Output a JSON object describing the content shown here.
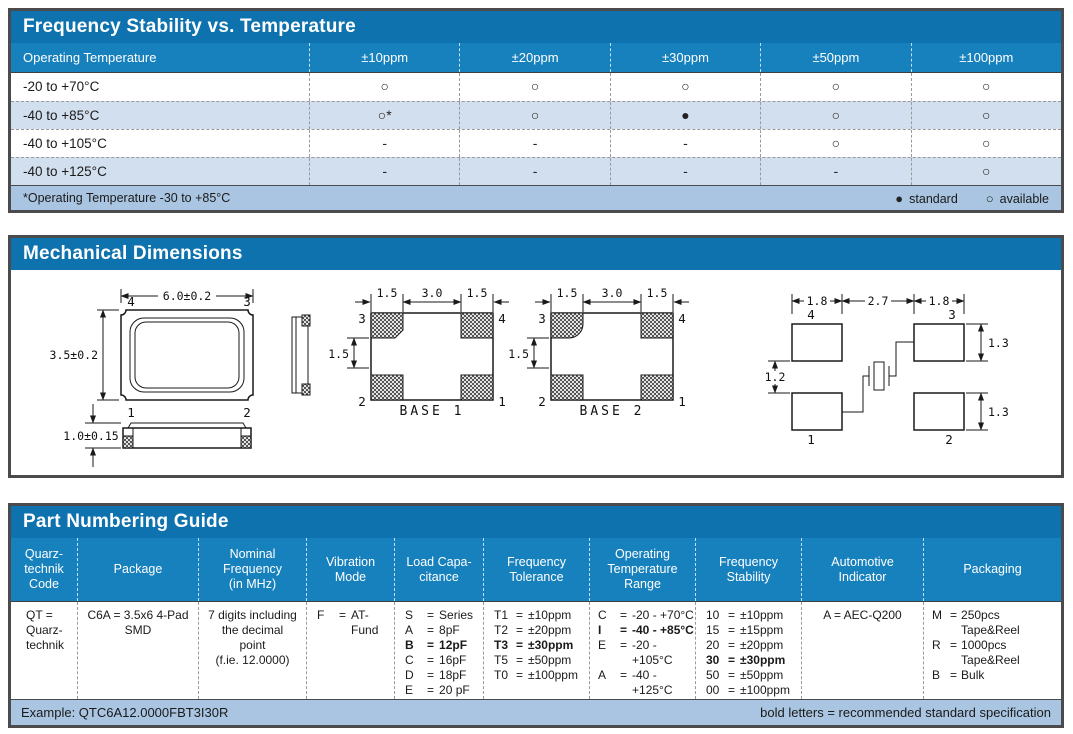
{
  "colors": {
    "title_bar_blue": "#0e72af",
    "column_header_blue": "#1781be",
    "row_alt_blue": "#d2dfee",
    "footer_blue": "#a9c5e1",
    "border_gray": "#4b4b4d"
  },
  "freq_table": {
    "title": "Frequency Stability vs. Temperature",
    "row_header": "Operating Temperature",
    "columns": [
      "±10ppm",
      "±20ppm",
      "±30ppm",
      "±50ppm",
      "±100ppm"
    ],
    "rows": [
      {
        "temp": "-20 to +70°C",
        "cells": [
          "○",
          "○",
          "○",
          "○",
          "○"
        ]
      },
      {
        "temp": "-40 to +85°C",
        "cells": [
          "○*",
          "○",
          "●",
          "○",
          "○"
        ]
      },
      {
        "temp": "-40 to +105°C",
        "cells": [
          "-",
          "-",
          "-",
          "○",
          "○"
        ]
      },
      {
        "temp": "-40 to +125°C",
        "cells": [
          "-",
          "-",
          "-",
          "-",
          "○"
        ]
      }
    ],
    "footnote": "*Operating Temperature -30 to +85°C",
    "legend": [
      {
        "symbol": "●",
        "label": "standard"
      },
      {
        "symbol": "○",
        "label": "available"
      }
    ]
  },
  "mechanical": {
    "title": "Mechanical Dimensions",
    "top_view": {
      "width": "6.0±0.2",
      "height": "3.5±0.2",
      "thickness": "1.0±0.15",
      "pad1": "1",
      "pad2": "2",
      "pad3": "3",
      "pad4": "4"
    },
    "base1": {
      "caption": "BASE 1",
      "dim_left": "1.5",
      "dim_mid": "3.0",
      "dim_right": "1.5",
      "dim_side": "1.5",
      "pad1": "1",
      "pad2": "2",
      "pad3": "3",
      "pad4": "4"
    },
    "base2": {
      "caption": "BASE 2",
      "dim_left": "1.5",
      "dim_mid": "3.0",
      "dim_right": "1.5",
      "dim_side": "1.5",
      "pad1": "1",
      "pad2": "2",
      "pad3": "3",
      "pad4": "4"
    },
    "land_pattern": {
      "dim_left": "1.8",
      "dim_mid": "2.7",
      "dim_right": "1.8",
      "dim_gap": "1.2",
      "dim_pad_top": "1.3",
      "dim_pad_bottom": "1.3",
      "pad1": "1",
      "pad2": "2",
      "pad3": "3",
      "pad4": "4"
    }
  },
  "part_numbering": {
    "title": "Part Numbering Guide",
    "columns": [
      {
        "header": "Quarz-\ntechnik\nCode",
        "text": "QT =\nQuarz-\ntechnik"
      },
      {
        "header": "Package",
        "text": "C6A = 3.5x6 4-Pad\nSMD"
      },
      {
        "header": "Nominal\nFrequency\n(in MHz)",
        "text": "7 digits including\nthe decimal\npoint\n(f.ie. 12.0000)"
      },
      {
        "header": "Vibration\nMode",
        "items": [
          {
            "c": "F",
            "v": "AT-Fund"
          }
        ]
      },
      {
        "header": "Load Capa-\ncitance",
        "items": [
          {
            "c": "S",
            "v": "Series"
          },
          {
            "c": "A",
            "v": "8pF"
          },
          {
            "c": "B",
            "v": "12pF",
            "b": true
          },
          {
            "c": "C",
            "v": "16pF"
          },
          {
            "c": "D",
            "v": "18pF"
          },
          {
            "c": "E",
            "v": "20 pF"
          }
        ]
      },
      {
        "header": "Frequency\nTolerance",
        "items": [
          {
            "c": "T1",
            "v": "±10ppm"
          },
          {
            "c": "T2",
            "v": "±20ppm"
          },
          {
            "c": "T3",
            "v": "±30ppm",
            "b": true
          },
          {
            "c": "T5",
            "v": "±50ppm"
          },
          {
            "c": "T0",
            "v": "±100ppm"
          }
        ]
      },
      {
        "header": "Operating\nTemperature\nRange",
        "items": [
          {
            "c": "C",
            "v": "-20 - +70°C"
          },
          {
            "c": "I",
            "v": "-40 - +85°C",
            "b": true
          },
          {
            "c": "E",
            "v": "-20 - +105°C"
          },
          {
            "c": "A",
            "v": "-40 - +125°C"
          }
        ]
      },
      {
        "header": "Frequency\nStability",
        "items": [
          {
            "c": "10",
            "v": "±10ppm"
          },
          {
            "c": "15",
            "v": "±15ppm"
          },
          {
            "c": "20",
            "v": "±20ppm"
          },
          {
            "c": "30",
            "v": "±30ppm",
            "b": true
          },
          {
            "c": "50",
            "v": "±50ppm"
          },
          {
            "c": "00",
            "v": "±100ppm"
          }
        ]
      },
      {
        "header": "Automotive\nIndicator",
        "text": "A = AEC-Q200"
      },
      {
        "header": "Packaging",
        "items": [
          {
            "c": "M",
            "v": "250pcs Tape&Reel"
          },
          {
            "c": "R",
            "v": "1000pcs Tape&Reel"
          },
          {
            "c": "B",
            "v": "Bulk"
          }
        ]
      }
    ],
    "example": "Example: QTC6A12.0000FBT3I30R",
    "note": "bold letters = recommended standard specification"
  }
}
